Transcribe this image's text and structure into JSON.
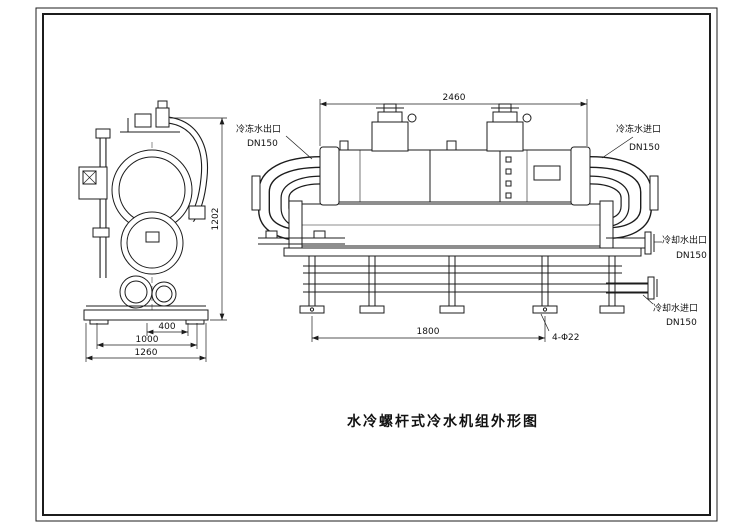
{
  "drawing": {
    "title": "水冷螺杆式冷水机组外形图",
    "port_labels": {
      "chilled_water_outlet": {
        "name": "冷冻水出口",
        "size": "DN150"
      },
      "chilled_water_inlet": {
        "name": "冷冻水进口",
        "size": "DN150"
      },
      "cooling_water_outlet": {
        "name": "冷却水出口",
        "size": "DN150"
      },
      "cooling_water_inlet": {
        "name": "冷却水进口",
        "size": "DN150"
      }
    },
    "dimensions": {
      "front_overall_length": "2460",
      "front_hole_span": "1800",
      "front_foot_holes": "4-Φ22",
      "side_height": "1202",
      "side_width_top": "400",
      "side_width_mid": "1000",
      "side_width_overall": "1260"
    },
    "colors": {
      "line": "#1c1c1c",
      "background": "#ffffff"
    }
  }
}
